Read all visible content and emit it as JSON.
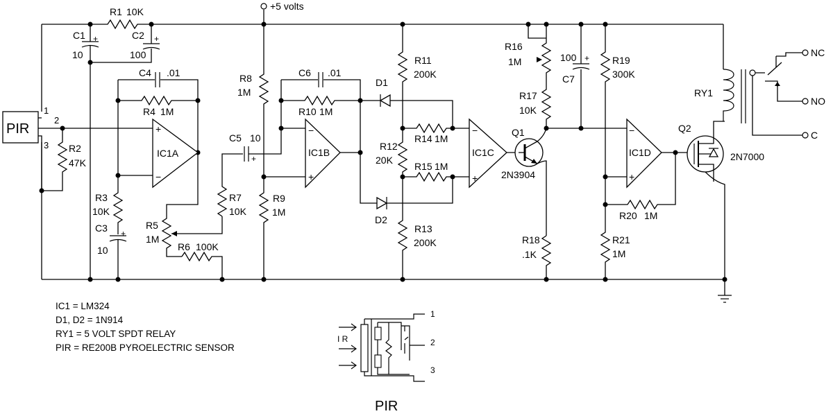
{
  "supply": "+5 volts",
  "components": {
    "R1": {
      "ref": "R1",
      "value": "10K"
    },
    "R2": {
      "ref": "R2",
      "value": "47K"
    },
    "R3": {
      "ref": "R3",
      "value": "10K"
    },
    "R4": {
      "ref": "R4",
      "value": "1M"
    },
    "R5": {
      "ref": "R5",
      "value": "1M"
    },
    "R6": {
      "ref": "R6",
      "value": "100K"
    },
    "R7": {
      "ref": "R7",
      "value": "10K"
    },
    "R8": {
      "ref": "R8",
      "value": "1M"
    },
    "R9": {
      "ref": "R9",
      "value": "1M"
    },
    "R10": {
      "ref": "R10",
      "value": "1M"
    },
    "R11": {
      "ref": "R11",
      "value": "200K"
    },
    "R12": {
      "ref": "R12",
      "value": "20K"
    },
    "R13": {
      "ref": "R13",
      "value": "200K"
    },
    "R14": {
      "ref": "R14",
      "value": "1M"
    },
    "R15": {
      "ref": "R15",
      "value": "1M"
    },
    "R16": {
      "ref": "R16",
      "value": "1M"
    },
    "R17": {
      "ref": "R17",
      "value": "10K"
    },
    "R18": {
      "ref": "R18",
      "value": ".1K"
    },
    "R19": {
      "ref": "R19",
      "value": "300K"
    },
    "R20": {
      "ref": "R20",
      "value": "1M"
    },
    "R21": {
      "ref": "R21",
      "value": "1M"
    },
    "C1": {
      "ref": "C1",
      "value": "10"
    },
    "C2": {
      "ref": "C2",
      "value": "100"
    },
    "C3": {
      "ref": "C3",
      "value": "10"
    },
    "C4": {
      "ref": "C4",
      "value": ".01"
    },
    "C5": {
      "ref": "C5",
      "value": "10"
    },
    "C6": {
      "ref": "C6",
      "value": ".01"
    },
    "C7": {
      "ref": "C7",
      "value": "100"
    },
    "D1": {
      "ref": "D1"
    },
    "D2": {
      "ref": "D2"
    },
    "IC1A": {
      "ref": "IC1A"
    },
    "IC1B": {
      "ref": "IC1B"
    },
    "IC1C": {
      "ref": "IC1C"
    },
    "IC1D": {
      "ref": "IC1D"
    },
    "Q1": {
      "ref": "Q1",
      "value": "2N3904"
    },
    "Q2": {
      "ref": "Q2",
      "value": "2N7000"
    },
    "RY1": {
      "ref": "RY1"
    },
    "PIR": {
      "ref": "PIR"
    }
  },
  "opamp_signs": {
    "plus": "+",
    "minus": "−"
  },
  "cap_plus": "+",
  "pir_pins": [
    "1",
    "2",
    "3"
  ],
  "relay_contacts": {
    "nc": "NC",
    "no": "NO",
    "c": "C"
  },
  "notes": [
    "IC1 = LM324",
    "D1, D2 = 1N914",
    "RY1 = 5 VOLT SPDT RELAY",
    "PIR = RE200B PYROELECTRIC SENSOR"
  ],
  "pir_detail": {
    "ir_label": "I R",
    "pins": [
      "1",
      "2",
      "3"
    ],
    "caption": "PIR"
  },
  "colors": {
    "ink": "#000000",
    "background": "#ffffff"
  }
}
